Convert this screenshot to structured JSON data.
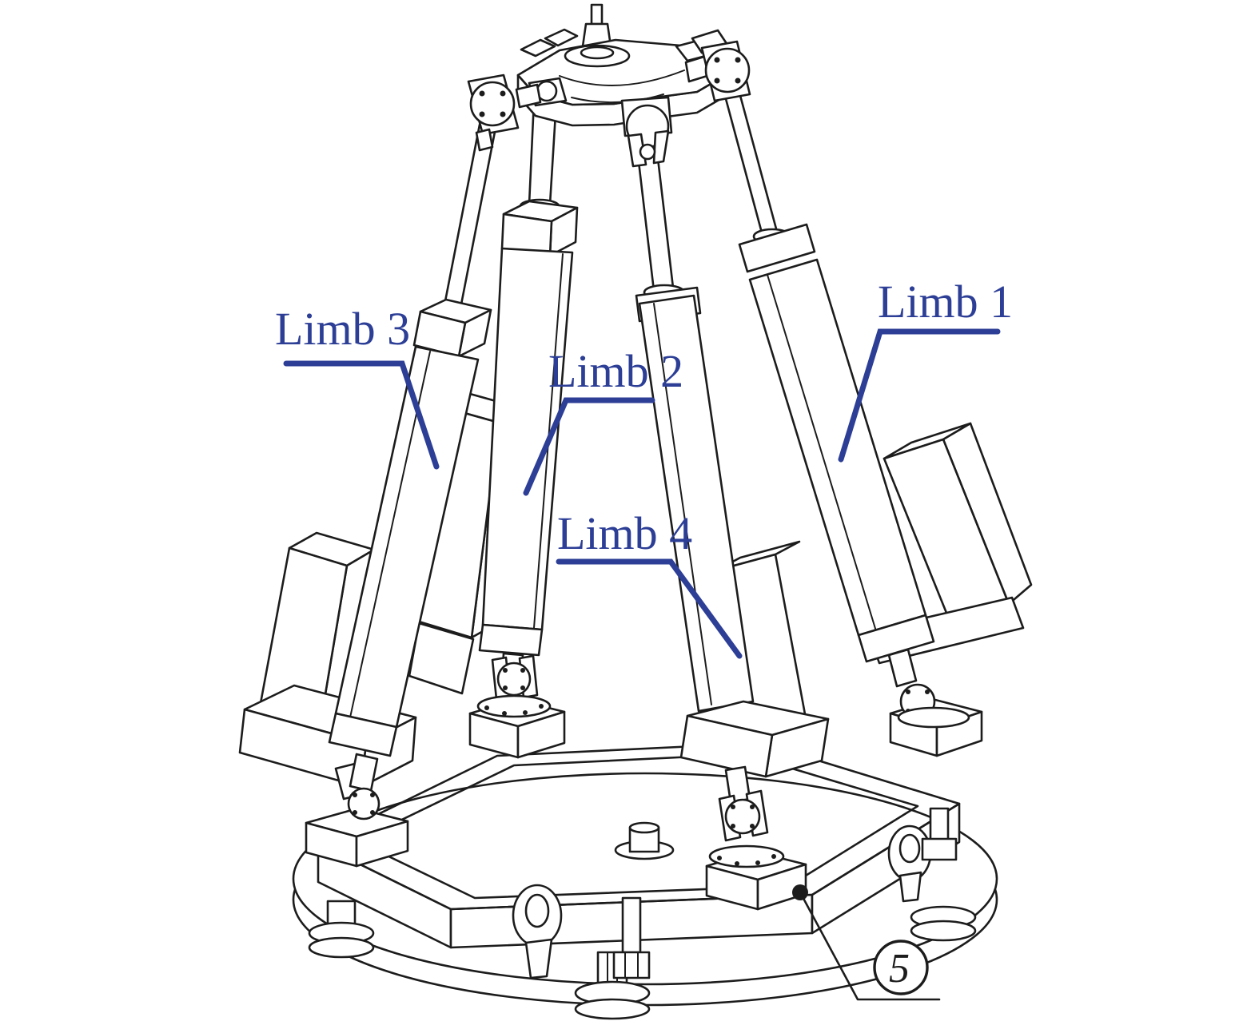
{
  "annotations": {
    "limb_labels": [
      {
        "id": "limb-1",
        "text": "Limb 1"
      },
      {
        "id": "limb-2",
        "text": "Limb 2"
      },
      {
        "id": "limb-3",
        "text": "Limb 3"
      },
      {
        "id": "limb-4",
        "text": "Limb 4"
      }
    ],
    "balloon": {
      "number": "5"
    }
  },
  "colors": {
    "label_blue": "#2c3e96",
    "line_black": "#1c1c1c",
    "background": "#ffffff"
  }
}
